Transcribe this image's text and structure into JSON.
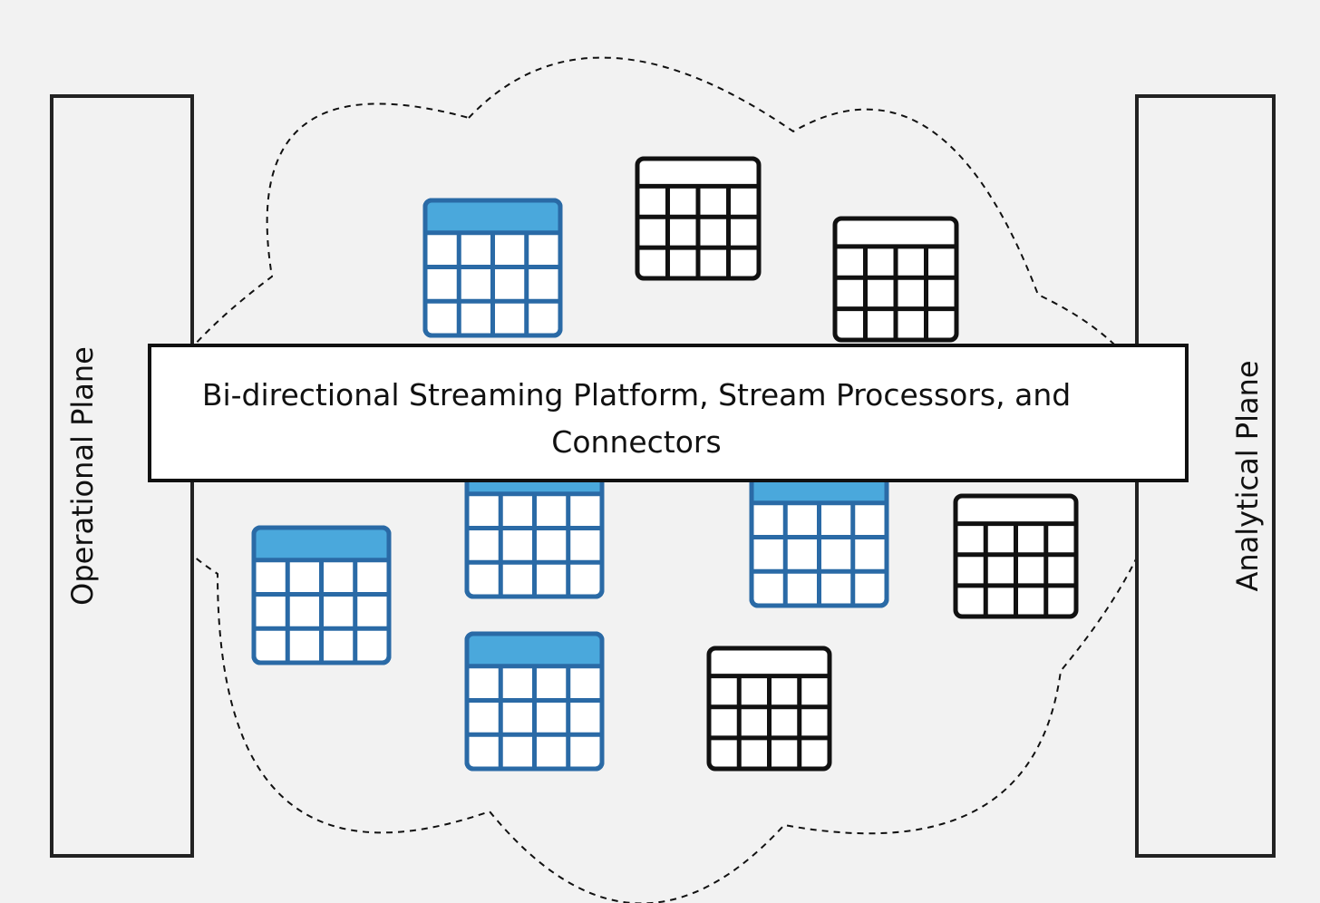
{
  "left_plane": {
    "label": "Operational Plane"
  },
  "right_plane": {
    "label": "Analytical Plane"
  },
  "platform": {
    "label": "Bi-directional Streaming Platform, Stream Processors, and Connectors"
  },
  "colors": {
    "background": "#f2f2f2",
    "blue_header": "#4aa8dc",
    "blue_stroke": "#2a6aa6",
    "black_stroke": "#111111"
  },
  "tables": [
    {
      "style": "blue",
      "cols": 4,
      "rows": 3
    },
    {
      "style": "black",
      "cols": 4,
      "rows": 3
    },
    {
      "style": "black",
      "cols": 4,
      "rows": 3
    },
    {
      "style": "blue",
      "cols": 4,
      "rows": 3
    },
    {
      "style": "blue",
      "cols": 4,
      "rows": 3
    },
    {
      "style": "blue",
      "cols": 4,
      "rows": 3
    },
    {
      "style": "black",
      "cols": 4,
      "rows": 3
    },
    {
      "style": "blue",
      "cols": 4,
      "rows": 3
    },
    {
      "style": "black",
      "cols": 4,
      "rows": 3
    }
  ]
}
